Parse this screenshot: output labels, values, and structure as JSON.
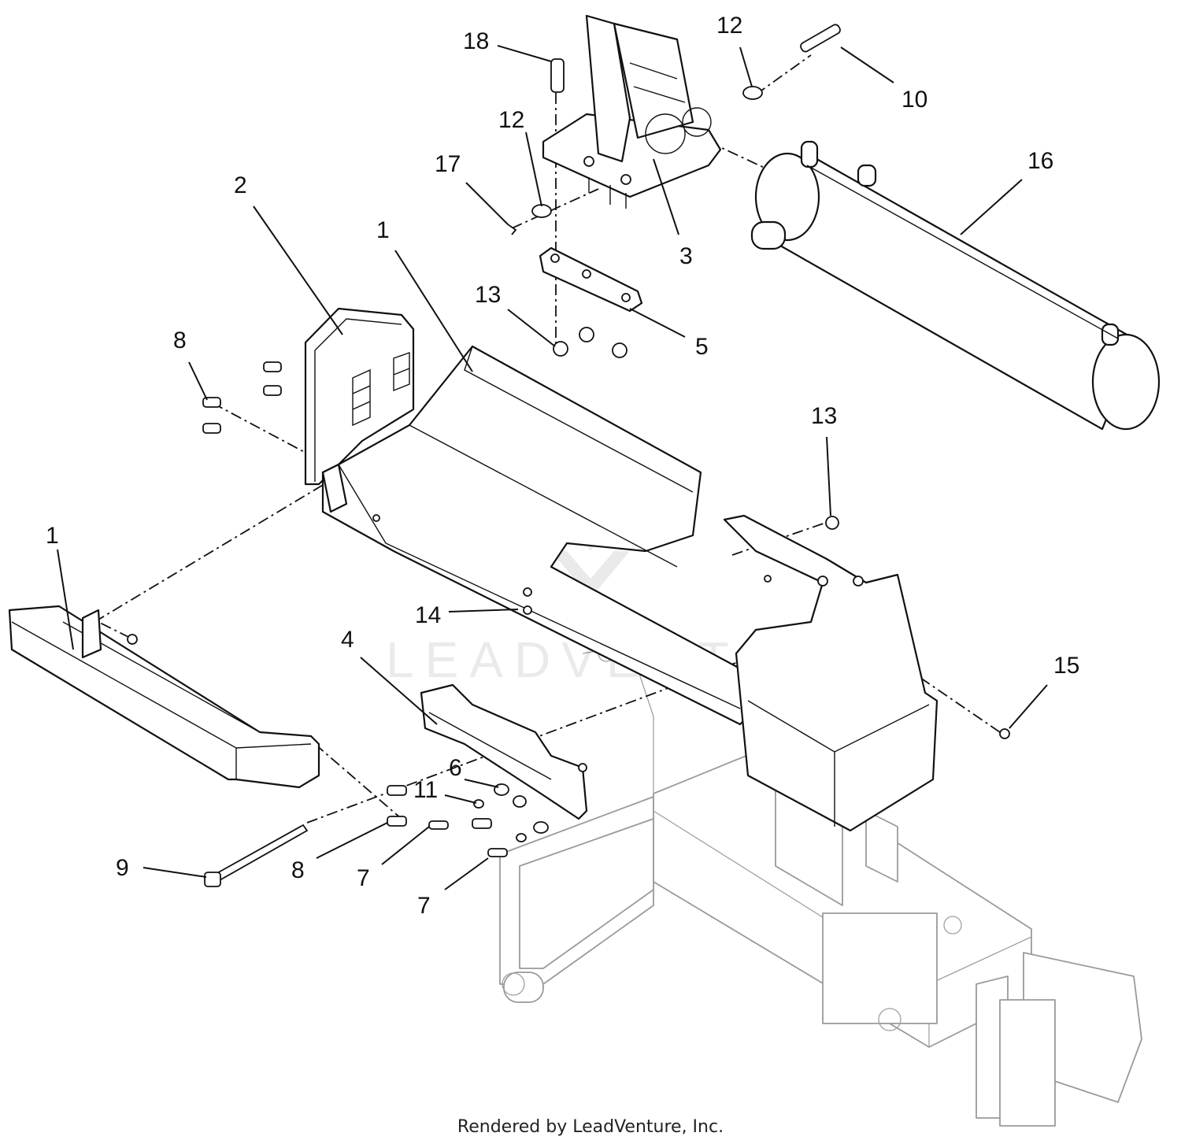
{
  "callouts": {
    "c18": "18",
    "c12a": "12",
    "c10": "10",
    "c12b": "12",
    "c16": "16",
    "c17": "17",
    "c2": "2",
    "c1a": "1",
    "c3": "3",
    "c13a": "13",
    "c5": "5",
    "c8a": "8",
    "c13b": "13",
    "c1b": "1",
    "c14": "14",
    "c4": "4",
    "c15": "15",
    "c6": "6",
    "c11": "11",
    "c9": "9",
    "c8b": "8",
    "c7a": "7",
    "c7b": "7"
  },
  "footer": {
    "credit": "Rendered by LeadVenture, Inc."
  },
  "watermark": {
    "text": "LEADVENTURE"
  }
}
